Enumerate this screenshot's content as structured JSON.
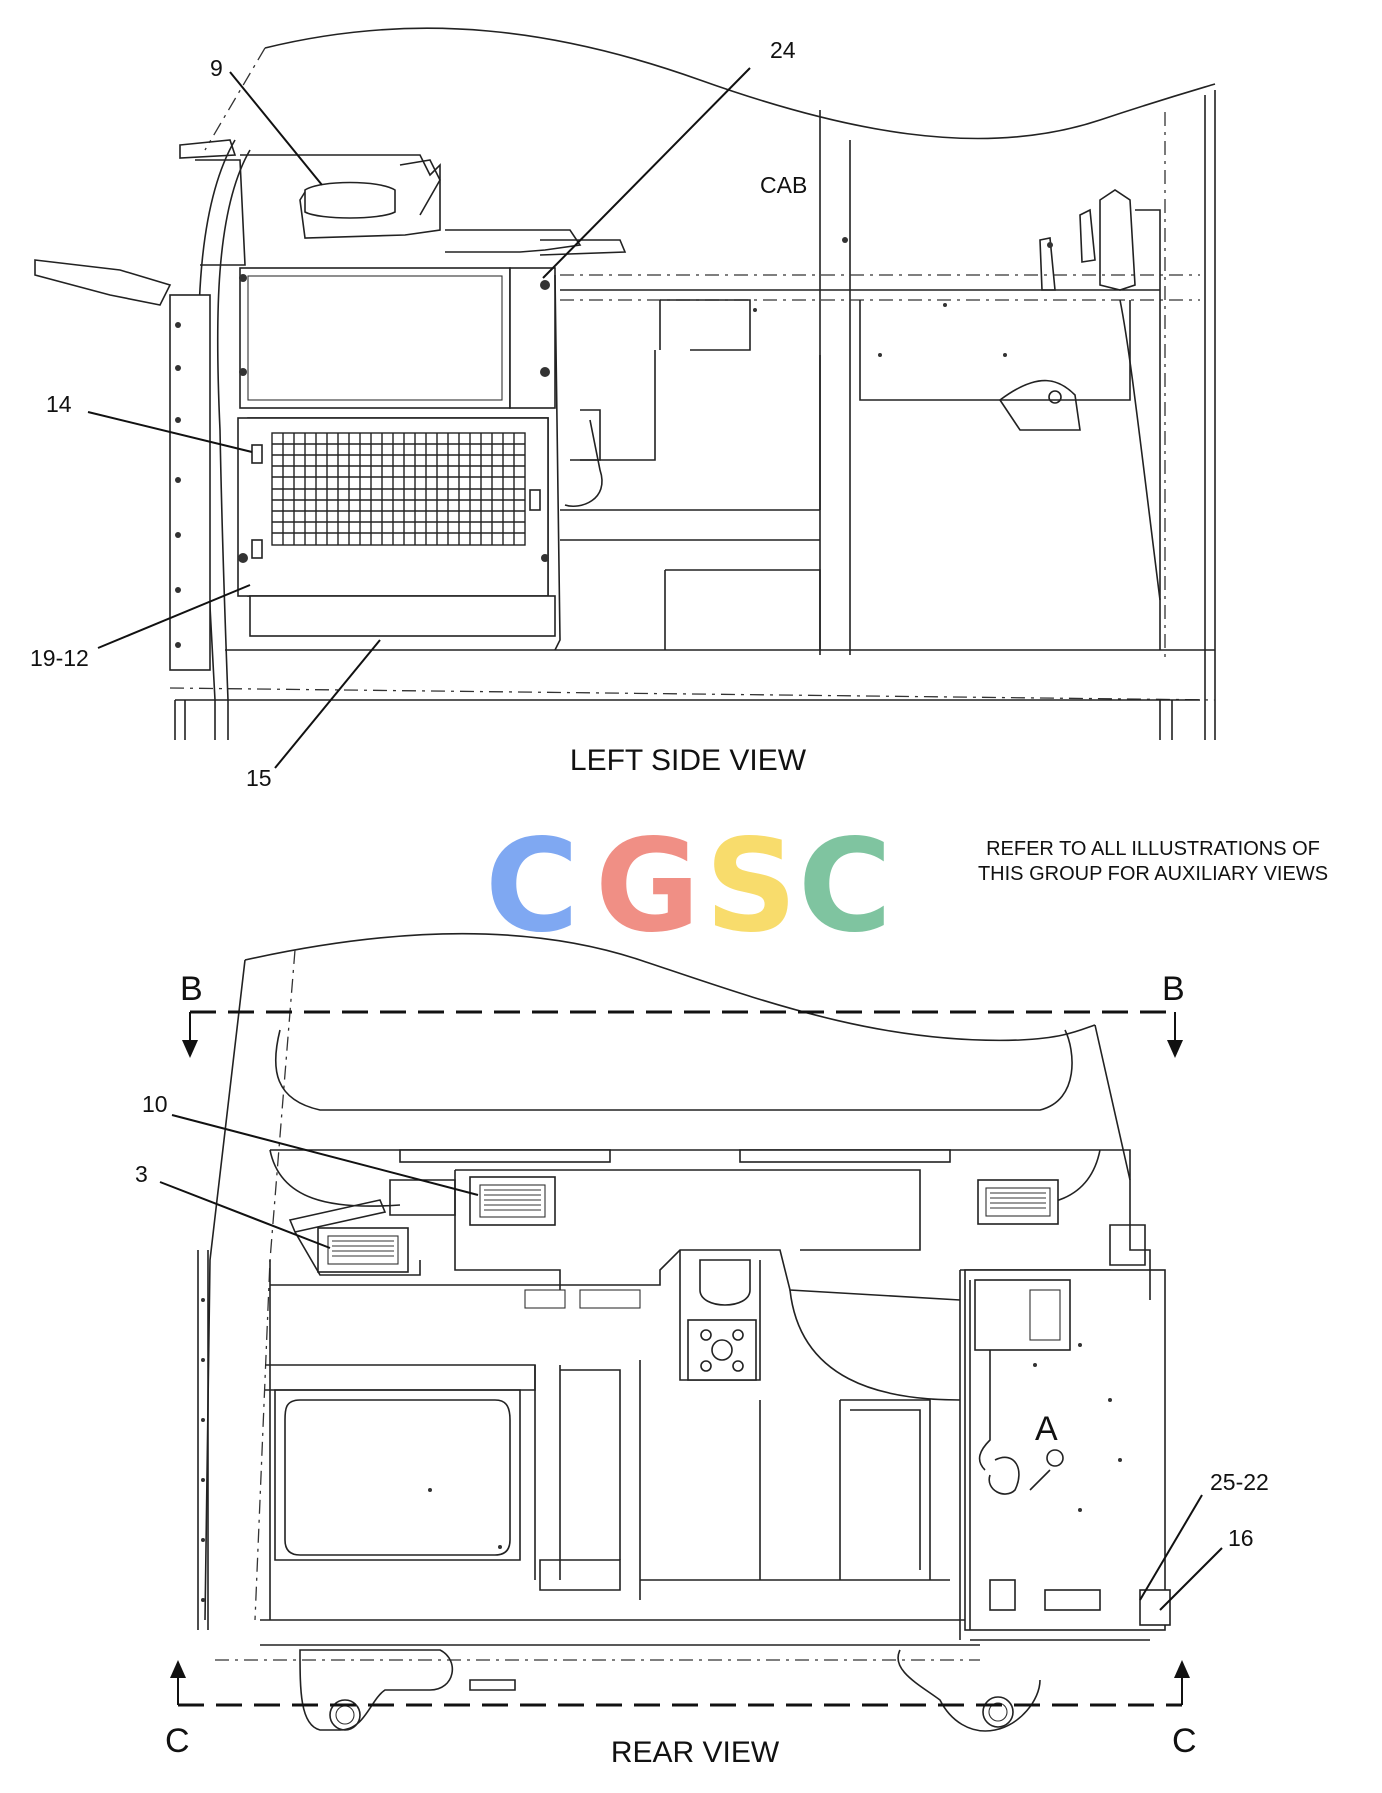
{
  "views": {
    "left_side": {
      "title": "LEFT SIDE VIEW",
      "cab_label": "CAB",
      "callouts": [
        "9",
        "24",
        "14",
        "19-12",
        "15"
      ]
    },
    "rear": {
      "title": "REAR VIEW",
      "section_b_left": "B",
      "section_b_right": "B",
      "section_c_left": "C",
      "section_c_right": "C",
      "detail_label": "A",
      "callouts": [
        "10",
        "3",
        "25-22",
        "16"
      ]
    }
  },
  "note": {
    "line1": "REFER TO ALL ILLUSTRATIONS OF",
    "line2": "THIS GROUP FOR AUXILIARY VIEWS"
  },
  "watermark": {
    "letters": [
      "C",
      "G",
      "S",
      "C"
    ],
    "colors": [
      "#7fa8f2",
      "#f08f85",
      "#f8dc6c",
      "#7fc4a0"
    ]
  }
}
